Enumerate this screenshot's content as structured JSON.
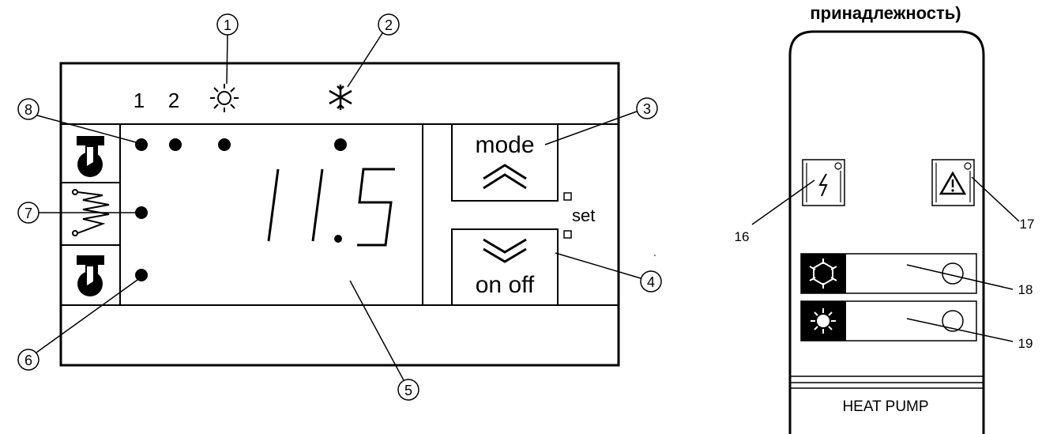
{
  "panel": {
    "channel_labels": [
      "1",
      "2"
    ],
    "display_value": "11.5",
    "mode_button": {
      "label": "mode",
      "icon": "double-chevron-up-icon"
    },
    "onoff_button": {
      "label": "on off",
      "icon": "double-chevron-down-icon"
    },
    "set_label": "set",
    "icons": {
      "heat": "sun-icon",
      "cool": "snowflake-icon"
    },
    "callouts": [
      "1",
      "2",
      "3",
      "4",
      "5",
      "6",
      "7",
      "8"
    ]
  },
  "accessory": {
    "header": "принадлежность)",
    "footer_label": "HEAT PUMP",
    "callouts": [
      "16",
      "17",
      "18",
      "19"
    ]
  }
}
